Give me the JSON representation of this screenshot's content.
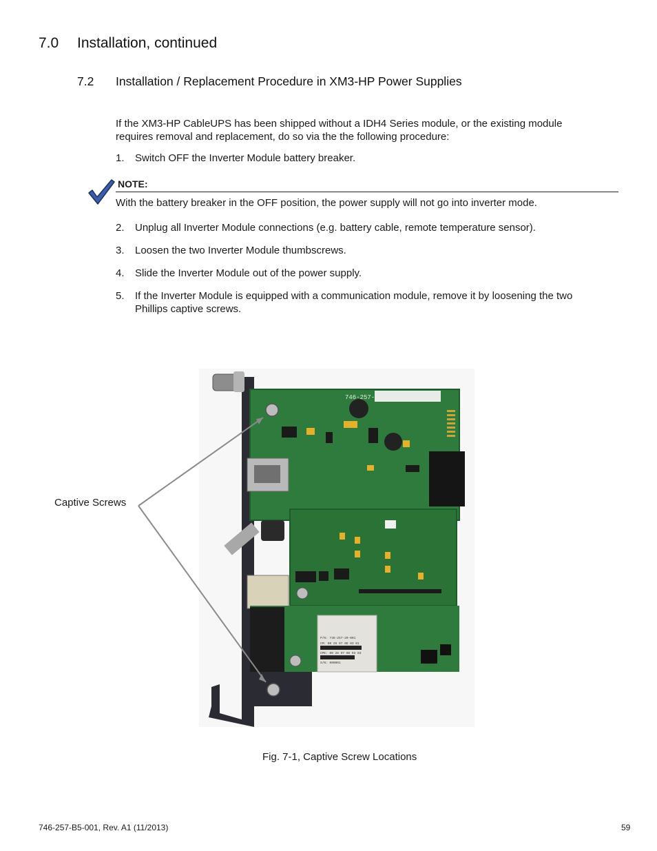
{
  "header": {
    "section_number": "7.0",
    "section_title": "Installation, continued"
  },
  "subsection": {
    "number": "7.2",
    "title": "Installation / Replacement Procedure in XM3-HP Power Supplies"
  },
  "intro": "If the XM3-HP CableUPS has been shipped without a IDH4 Series module, or the existing module requires removal and replacement, do so via the the following procedure:",
  "steps": [
    {
      "num": "1.",
      "text": "Switch OFF the Inverter Module battery breaker."
    },
    {
      "num": "2.",
      "text": "Unplug all Inverter Module connections (e.g. battery cable, remote temperature sensor)."
    },
    {
      "num": "3.",
      "text": "Loosen the two Inverter Module thumbscrews."
    },
    {
      "num": "4.",
      "text": "Slide the Inverter Module out of the power supply."
    },
    {
      "num": "5.",
      "text": "If the Inverter Module is equipped with a communication module, remove it by loosening the two Phillips captive screws."
    }
  ],
  "note": {
    "label": "NOTE:",
    "text": "With the battery breaker in the OFF position, the power supply will not go into inverter mode.",
    "icon": "checkmark-icon"
  },
  "figure": {
    "callout_label": "Captive Screws",
    "caption": "Fig. 7-1, Captive Screw Locations",
    "pcb_label_top": "746-257-",
    "sticker_lines": [
      "P/N: 746-257-20-001",
      "CM: 00 26 97 0D 03 01",
      "CPE: 00 26 97 0D 03 03",
      "S/N: 000001"
    ],
    "colors": {
      "pcb": "#2f7a3d",
      "pcb_dark": "#1f5a2b",
      "bracket": "#2b2b33",
      "callout_line": "#8a8a8a",
      "check_fill": "#3a5fa8"
    }
  },
  "footer": {
    "doc_id": "746-257-B5-001, Rev. A1 (11/2013)",
    "page": "59"
  }
}
